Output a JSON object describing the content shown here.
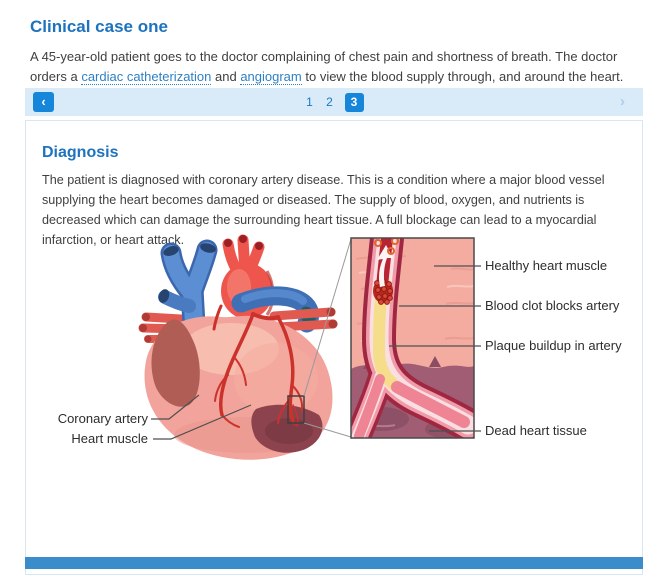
{
  "intro": {
    "title": "Clinical case one",
    "body_before_link1": "A 45-year-old patient goes to the doctor complaining of chest pain and shortness of breath. The doctor orders a ",
    "link1": "cardiac catheterization",
    "body_between_links": " and ",
    "link2": "angiogram",
    "body_after_link2": " to view the blood supply through, and around the heart."
  },
  "pagination": {
    "prev_label": "‹",
    "next_label": "›",
    "pages": [
      "1",
      "2",
      "3"
    ],
    "active_page": "3"
  },
  "diagnosis": {
    "title": "Diagnosis",
    "body": "The patient is diagnosed with coronary artery disease. This is a condition where a major blood vessel supplying the heart becomes damaged or diseased. The supply of blood, oxygen, and nutrients is decreased which can damage the surrounding heart tissue.  A full blockage can lead to a myocardial infarction, or heart attack."
  },
  "figure": {
    "labels": {
      "healthy": "Healthy heart muscle",
      "clot": "Blood clot blocks artery",
      "plaque": "Plaque buildup in artery",
      "dead": "Dead heart tissue",
      "coronary": "Coronary artery",
      "muscle": "Heart muscle"
    }
  },
  "colors": {
    "accent": "#1e73be",
    "link": "#2f80c3",
    "pagination_bg": "#d9eaf8",
    "pagination_button": "#1586d9",
    "panel_border": "#d6e8f7",
    "bottom_bar": "#3a8ccb",
    "heart_pink": "#f2a49c",
    "artery_red": "#cc322c",
    "vessel_blue": "#5b8ed2",
    "plaque_yellow": "#f5dd8c",
    "dead_tissue": "#8c434e"
  }
}
